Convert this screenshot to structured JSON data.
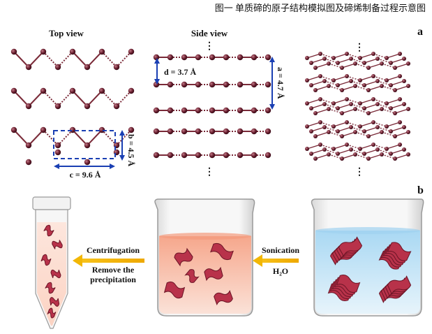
{
  "caption": "图一 单质碲的原子结构模拟图及碲烯制备过程示意图",
  "panel_a": {
    "label": "a",
    "top_view": {
      "title": "Top view",
      "b_label": "b = 4.5 Å",
      "c_label": "c = 9.6 Å"
    },
    "side_view": {
      "title": "Side view",
      "d_label": "d = 3.7 Å",
      "a_label": "a = 4.7 Å"
    }
  },
  "panel_b": {
    "label": "b",
    "sonication": {
      "title": "Sonication",
      "subtitle": "H₂O"
    },
    "centrifugation": {
      "line1": "Centrifugation",
      "line2": "Remove the",
      "line3": "precipitation"
    }
  },
  "colors": {
    "atom": "#6b2030",
    "bond": "#7a2a38",
    "dimension": "#1a3fb3",
    "arrow": "#f2b705",
    "flake": "#b8324a",
    "liquid_pink": "#f5b49a",
    "liquid_blue": "#bfe3f7"
  }
}
